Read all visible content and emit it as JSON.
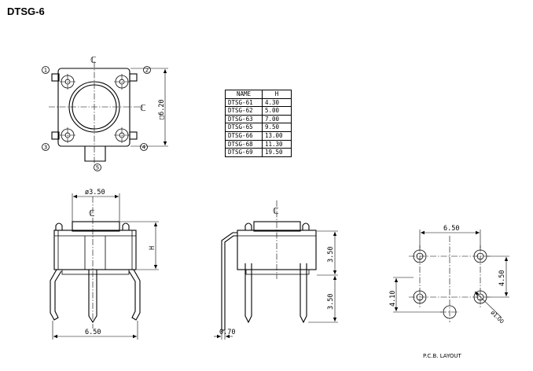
{
  "title": "DTSG-6",
  "table": {
    "headers": [
      "NAME",
      "H"
    ],
    "rows": [
      [
        "DTSG-61",
        "4.30"
      ],
      [
        "DTSG-62",
        "5.00"
      ],
      [
        "DTSG-63",
        "7.00"
      ],
      [
        "DTSG-65",
        "9.50"
      ],
      [
        "DTSG-66",
        "13.00"
      ],
      [
        "DTSG-68",
        "11.30"
      ],
      [
        "DTSG-69",
        "19.50"
      ]
    ]
  },
  "top_view": {
    "pins": [
      "1",
      "2",
      "3",
      "4",
      "5"
    ],
    "centerline_label": "ℂ",
    "size_label": "□6.20"
  },
  "front_view": {
    "diameter_label": "ø3.50",
    "height_label": "H",
    "width_label": "6.50",
    "centerline_label": "ℂ"
  },
  "side_view": {
    "upper_label": "3.50",
    "lower_label": "3.50",
    "thickness_label": "0.70",
    "centerline_label": "ℂ"
  },
  "pcb_layout": {
    "width_label": "6.50",
    "right_label": "4.50",
    "left_label": "4.10",
    "hole_label": "ø1.00",
    "caption": "P.C.B. LAYOUT"
  }
}
